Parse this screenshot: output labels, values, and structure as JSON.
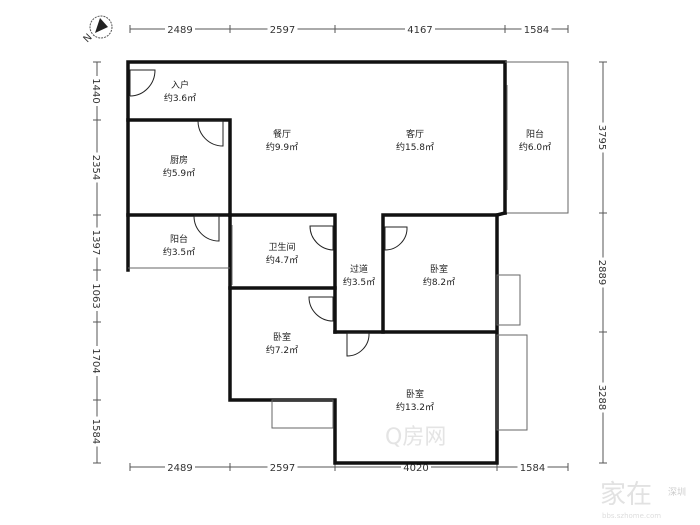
{
  "dimensions": {
    "top": [
      "2489",
      "2597",
      "4167",
      "1584"
    ],
    "bottom": [
      "2489",
      "2597",
      "4020",
      "1584"
    ],
    "left": [
      "1440",
      "2354",
      "1397",
      "1063",
      "1704",
      "1584"
    ],
    "right": [
      "3795",
      "2889",
      "3288"
    ]
  },
  "rooms": [
    {
      "name": "入户",
      "area": "约3.6㎡"
    },
    {
      "name": "餐厅",
      "area": "约9.9㎡"
    },
    {
      "name": "客厅",
      "area": "约15.8㎡"
    },
    {
      "name": "阳台",
      "area": "约6.0㎡"
    },
    {
      "name": "厨房",
      "area": "约5.9㎡"
    },
    {
      "name": "阳台",
      "area": "约3.5㎡"
    },
    {
      "name": "卫生间",
      "area": "约4.7㎡"
    },
    {
      "name": "过道",
      "area": "约3.5㎡"
    },
    {
      "name": "卧室",
      "area": "约8.2㎡"
    },
    {
      "name": "卧室",
      "area": "约7.2㎡"
    },
    {
      "name": "卧室",
      "area": "约13.2㎡"
    }
  ],
  "compass": {
    "label": "N"
  },
  "watermark": {
    "center": "Q房网",
    "corner": "家在",
    "corner_sub": "深圳",
    "corner_url": "bbs.szhome.com"
  }
}
